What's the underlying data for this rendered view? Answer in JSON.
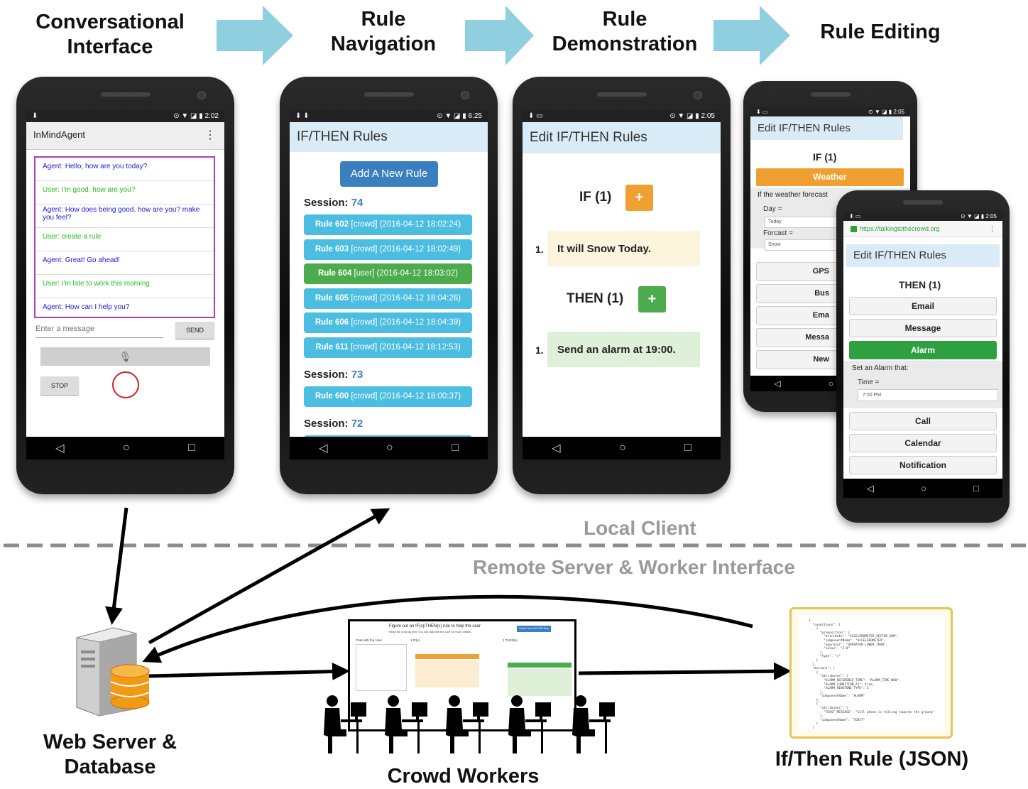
{
  "stages": {
    "conversational": "Conversational\nInterface",
    "navigation": "Rule\nNavigation",
    "demonstration": "Rule\nDemonstration",
    "editing": "Rule Editing"
  },
  "phone1": {
    "time": "2:02",
    "app_title": "InMindAgent",
    "messages": [
      {
        "text": "Agent: Hello, how are you today?",
        "color": "#1a1adb"
      },
      {
        "text": "User: I'm good. how are you?",
        "color": "#22c022"
      },
      {
        "text": "Agent: How does being good. how are you? make you feel?",
        "color": "#1a1adb"
      },
      {
        "text": "User: create a rule",
        "color": "#22c022"
      },
      {
        "text": "Agent: Great! Go ahead!",
        "color": "#1a1adb"
      },
      {
        "text": "User: I'm late to work this morning",
        "color": "#22c022"
      },
      {
        "text": "Agent: How can I help you?",
        "color": "#1a1adb"
      }
    ],
    "input_placeholder": "Enter a message",
    "send_label": "SEND",
    "stop_label": "STOP"
  },
  "phone2": {
    "time": "6:25",
    "title": "IF/THEN Rules",
    "add_button": "Add A New Rule",
    "sessions": [
      {
        "label": "Session:",
        "number": "74"
      },
      {
        "label": "Session:",
        "number": "73"
      },
      {
        "label": "Session:",
        "number": "72"
      }
    ],
    "rules": [
      {
        "id": "Rule 602",
        "rest": "[crowd] (2016-04-12 18:02:24)",
        "color": "#4bbde0"
      },
      {
        "id": "Rule 603",
        "rest": "[crowd] (2016-04-12 18:02:49)",
        "color": "#4bbde0"
      },
      {
        "id": "Rule 604",
        "rest": "[user] (2016-04-12 18:03:02)",
        "color": "#4cab4c"
      },
      {
        "id": "Rule 605",
        "rest": "[crowd] (2016-04-12 18:04:26)",
        "color": "#4bbde0"
      },
      {
        "id": "Rule 606",
        "rest": "[crowd] (2016-04-12 18:04:39)",
        "color": "#4bbde0"
      },
      {
        "id": "Rule 611",
        "rest": "[crowd] (2016-04-12 18:12:53)",
        "color": "#4bbde0"
      },
      {
        "id": "Rule 600",
        "rest": "[crowd] (2016-04-12 18:00:37)",
        "color": "#4bbde0"
      }
    ]
  },
  "phone3": {
    "time": "2:05",
    "title": "Edit IF/THEN Rules",
    "if_label": "IF (1)",
    "then_label": "THEN (1)",
    "plus": "+",
    "if_item_num": "1.",
    "if_item": "It will Snow Today.",
    "then_item_num": "1.",
    "then_item": "Send an alarm at 19:00."
  },
  "phone4": {
    "time": "2:05",
    "title": "Edit IF/THEN Rules",
    "if_label": "IF (1)",
    "weather_btn": "Weather",
    "condition": "If the weather forecast",
    "day_label": "Day =",
    "day_value": "Today",
    "forecast_label": "Forcast =",
    "forecast_value": "Snow",
    "list": [
      "GPS",
      "Bus",
      "Ema",
      "Messa",
      "New"
    ]
  },
  "phone5": {
    "time": "2:05",
    "url": "https://talkingtothecrowd.org",
    "title": "Edit IF/THEN Rules",
    "then_label": "THEN (1)",
    "buttons_top": [
      "Email",
      "Message"
    ],
    "alarm_btn": "Alarm",
    "set_alarm": "Set an Alarm that:",
    "time_label": "Time =",
    "time_value": "7:00 PM",
    "buttons_bottom": [
      "Call",
      "Calendar",
      "Notification"
    ]
  },
  "layers": {
    "local": "Local Client",
    "remote": "Remote Server & Worker Interface"
  },
  "bottom": {
    "server": "Web Server &\nDatabase",
    "crowd": "Crowd Workers",
    "json": "If/Then Rule (JSON)"
  },
  "worker_ui": {
    "header": "Figure out an IF(s)/THEN(s) rule to help the user",
    "subheader": "Read the chat log first. You can talk with the user for more details.",
    "chat_title": "Chat with the User",
    "if_col": "1 IF(s)",
    "then_col": "1 THEN(s)",
    "submit": "Submit Your IF/THEN Rule"
  },
  "json_lines": [
    "{",
    "  \"conditions\": [",
    "    {",
    "      \"proposition\": {",
    "        \"attribute\": \"ACCELEROMETER_VECTOR_SUM\",",
    "        \"componentName\": \"ACCELEROMETER\",",
    "        \"operator\": \"OPERATOR_LOWER_THAN\",",
    "        \"value\": \"2.0\"",
    "      },",
    "      \"type\": \"s\"",
    "    }",
    "  ],",
    "  \"actions\": [",
    "    {",
    "      \"attributes\": {",
    "        \"ALARM_REFERENCE_TIME\": \"ALARM_TIME_NOW\",",
    "        \"ALARM_CONDITION_AT\": true,",
    "        \"ALARM_RINGTONE_TYPE\": 2",
    "      },",
    "      \"componentName\": \"ALARM\"",
    "    },",
    "    {",
    "      \"attributes\": {",
    "        \"TOAST_MESSAGE\": \"Cell phone is falling towards the ground\"",
    "      },",
    "      \"componentName\": \"TOAST\"",
    "    }",
    "  ]",
    "}"
  ],
  "colors": {
    "arrow": "#8fcfe0",
    "title_bar": "#d9ebf6",
    "orange": "#f0a030",
    "green": "#4cab4c",
    "blue_button": "#3a7fc0",
    "json_border": "#e6c35a"
  }
}
